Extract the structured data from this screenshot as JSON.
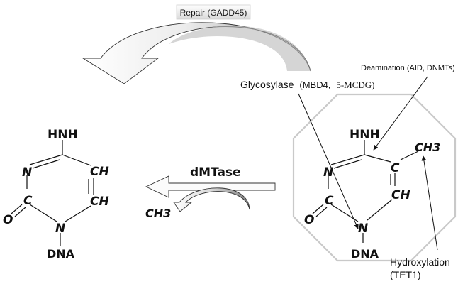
{
  "labels": {
    "repair": "Repair (GADD45)",
    "deamination": "Deamination (AID, DNMTs)",
    "glycosylase_main": "Glycosylase",
    "glycosylase_detail": "(MBD4,",
    "glycosylase_enzyme2": "5-MCDG)",
    "dmtase": "dMTase",
    "ch3_removed": "CH3",
    "hydroxylation": "Hydroxylation",
    "tet1": "(TET1)"
  },
  "left_molecule": {
    "amine": "HNH",
    "n3": "N",
    "c5": "CH",
    "c2": "C",
    "c6": "CH",
    "oxygen": "O",
    "n1": "N",
    "dna": "DNA"
  },
  "right_molecule": {
    "amine": "HNH",
    "n3": "N",
    "c5": "C",
    "methyl": "CH3",
    "c2": "C",
    "c6": "CH",
    "oxygen": "O",
    "n1": "N",
    "dna": "DNA"
  },
  "colors": {
    "arrow_light": "#f2f2f2",
    "arrow_dark": "#b4b4b4",
    "octagon": "#c8c8c8",
    "line": "#111111"
  }
}
